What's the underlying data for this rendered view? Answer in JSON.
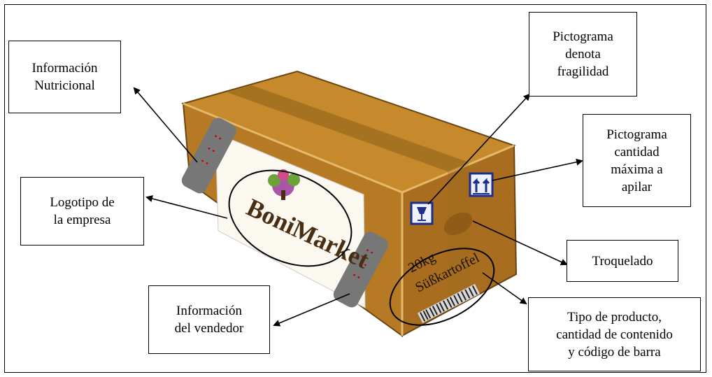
{
  "labels": {
    "info_nutricional": "Información\nNutricional",
    "logotipo": "Logotipo de\nla empresa",
    "info_vendedor": "Información\ndel vendedor",
    "pictograma_fragilidad": "Pictograma\ndenota\nfragilidad",
    "pictograma_apilar": "Pictograma\ncantidad\nmáxima a\napilar",
    "troquelado": "Troquelado",
    "tipo_producto": "Tipo de producto,\ncantidad de contenido\ny código de barra"
  },
  "box_print": {
    "brand": "BoniMarket",
    "weight": "20kg",
    "product": "Süßkartoffel"
  },
  "colors": {
    "box_top": "#c68a2c",
    "box_front": "#b77a24",
    "box_side": "#a86d1f",
    "tape": "#8a5a16",
    "pictogram_blue": "#1d2f8c"
  },
  "icons": [
    "fragile-glass-icon",
    "stacking-arrows-icon",
    "sweet-potato-tree-logo-icon",
    "barcode-icon"
  ]
}
